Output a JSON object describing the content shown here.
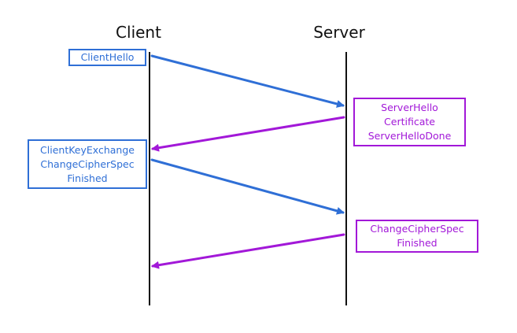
{
  "actors": {
    "client": "Client",
    "server": "Server"
  },
  "colors": {
    "client": "#2f6fd6",
    "server": "#a218d8",
    "lifeline": "#111111"
  },
  "messages": [
    {
      "from": "client",
      "lines": [
        "ClientHello"
      ]
    },
    {
      "from": "server",
      "lines": [
        "ServerHello",
        "Certificate",
        "ServerHelloDone"
      ]
    },
    {
      "from": "client",
      "lines": [
        "ClientKeyExchange",
        "ChangeCipherSpec",
        "Finished"
      ]
    },
    {
      "from": "server",
      "lines": [
        "ChangeCipherSpec",
        "Finished"
      ]
    }
  ]
}
